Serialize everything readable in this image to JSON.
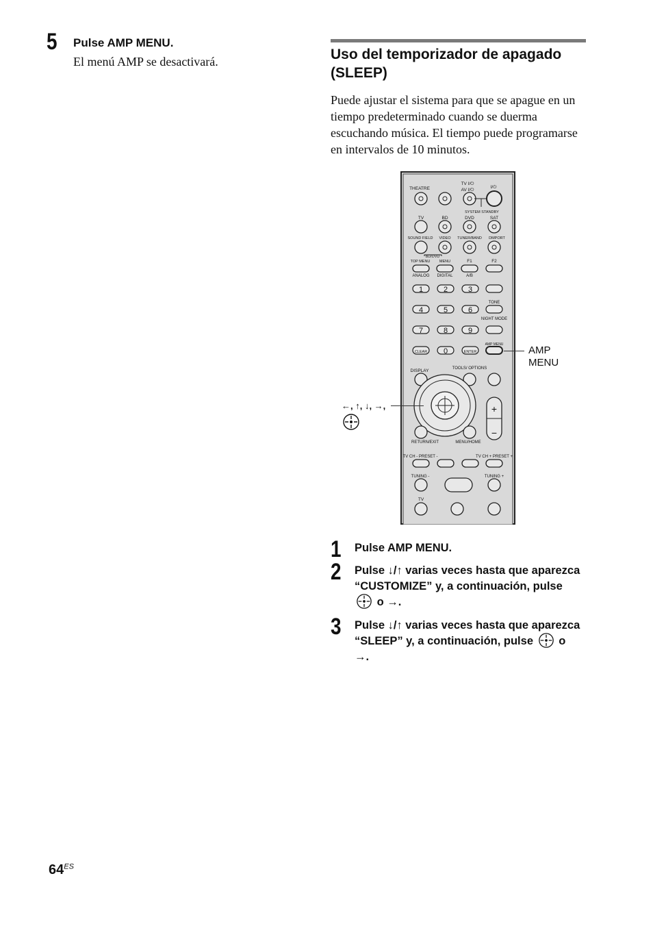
{
  "left_step": {
    "number": "5",
    "title": "Pulse AMP MENU.",
    "text": "El menú AMP se desactivará."
  },
  "section": {
    "heading": "Uso del temporizador de apagado (SLEEP)",
    "paragraph": "Puede ajustar el sistema para que se apague en un tiempo predeterminado cuando se duerma escuchando música. El tiempo puede programarse en intervalos de 10 minutos."
  },
  "figure": {
    "callout_amp_menu": "AMP\nMENU",
    "callout_arrows": "←, ↑, ↓, →,",
    "remote_labels": {
      "theatre": "THEATRE",
      "tv_power": "TV I/⏻",
      "av_power": "AV I/⏻",
      "power": "I/⏻",
      "system_standby": "SYSTEM STANDBY",
      "tv": "TV",
      "bd": "BD",
      "dvd": "DVD",
      "sat": "SAT",
      "sound_field": "SOUND FIELD",
      "video": "VIDEO",
      "tuner_band": "TUNER/BAND",
      "dmport": "DMPORT",
      "bd_dvd": "BD/DVD",
      "top_menu": "TOP MENU",
      "menu": "MENU",
      "f1": "F1",
      "f2": "F2",
      "analog": "ANALOG",
      "digital": "DIGITAL",
      "ab": "A/B",
      "n1": "1",
      "n2": "2",
      "n3": "3",
      "n4": "4",
      "n5": "5",
      "n6": "6",
      "n7": "7",
      "n8": "8",
      "n9": "9",
      "n0": "0",
      "tone": "TONE",
      "night_mode": "NIGHT MODE",
      "clear": "CLEAR",
      "enter": "ENTER",
      "amp_menu": "AMP MENU",
      "display": "DISPLAY",
      "tools_options": "TOOLS/ OPTIONS",
      "return_exit": "RETURN/EXIT",
      "menu_home": "MENU/HOME",
      "tv_ch_minus": "TV CH - PRESET -",
      "tv_ch_plus": "TV CH + PRESET +",
      "tuning_minus": "TUNING -",
      "tuning_plus": "TUNING +",
      "tv_bottom": "TV"
    }
  },
  "steps": [
    {
      "number": "1",
      "text_a": "Pulse AMP MENU."
    },
    {
      "number": "2",
      "text_a": "Pulse ↓/↑ varias veces hasta que aparezca “CUSTOMIZE” y, a continuación, pulse",
      "text_b": "o →."
    },
    {
      "number": "3",
      "text_a": "Pulse ↓/↑ varias veces hasta que aparezca “SLEEP” y, a continuación, pulse",
      "text_b": "o →."
    }
  ],
  "footer": {
    "page": "64",
    "suffix": "ES"
  }
}
